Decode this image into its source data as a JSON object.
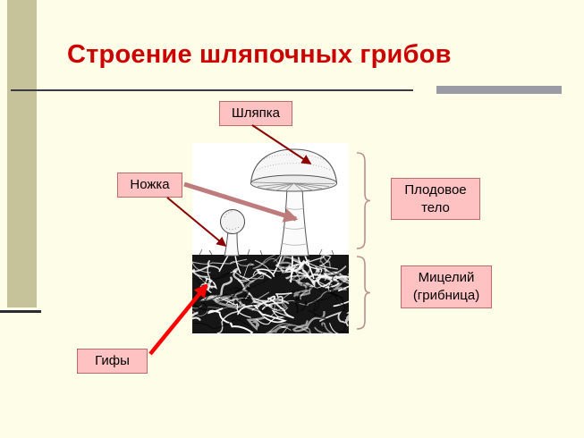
{
  "slide": {
    "title": "Строение шляпочных грибов"
  },
  "labels": {
    "cap": "Шляпка",
    "stem": "Ножка",
    "fruiting_body": "Плодовое тело",
    "mycelium": "Мицелий (грибница)",
    "hyphae": "Гифы"
  },
  "colors": {
    "background": "#FEFDE7",
    "title": "#CC0000",
    "sidebar": "#C6C39B",
    "divider_dark": "#3A3A44",
    "divider_gray": "#9B9BA5",
    "label_fill": "#FFC2C2",
    "label_border": "#BE6A6A",
    "arrow_dark_red": "#8B0000",
    "arrow_rose": "#BE7B7B",
    "arrow_red": "#FF0000",
    "brace": "#BC8F8F"
  }
}
